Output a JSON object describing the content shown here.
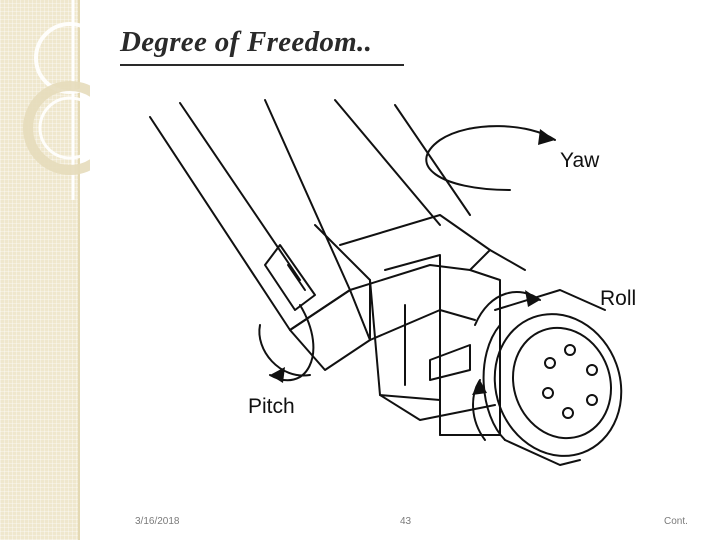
{
  "slide": {
    "title": "Degree of Freedom..",
    "figure": {
      "labels": {
        "yaw": "Yaw",
        "roll": "Roll",
        "pitch": "Pitch"
      }
    },
    "footer": {
      "date": "3/16/2018",
      "page_number": "43",
      "note": "Cont."
    }
  },
  "colors": {
    "strip": "#efe7cd",
    "text": "#2a2a2a",
    "footer_text": "#7a7a7a"
  }
}
